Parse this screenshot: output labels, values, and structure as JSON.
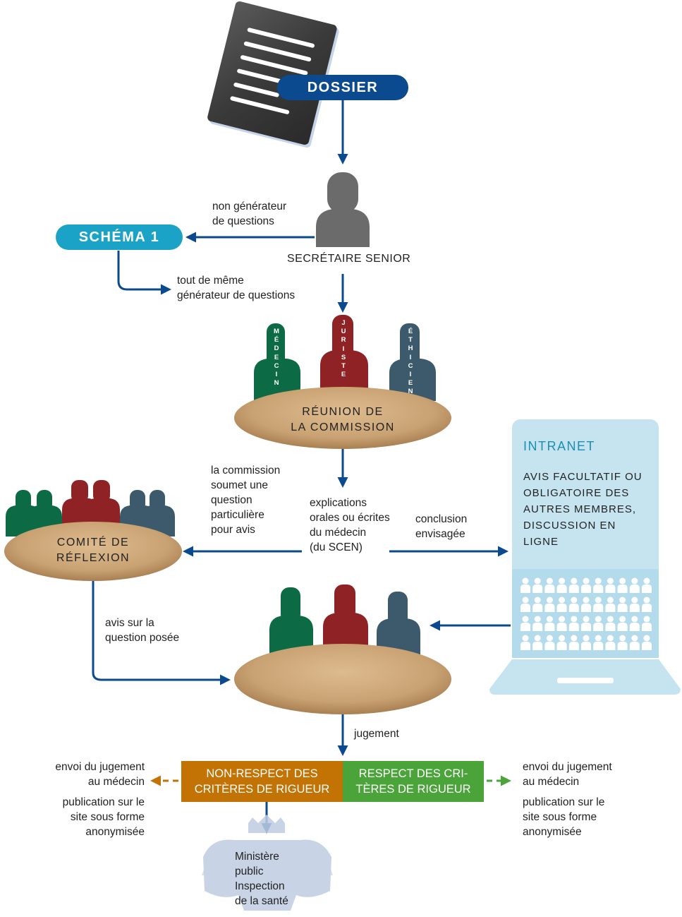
{
  "dossier": {
    "label": "DOSSIER"
  },
  "secretary": {
    "label": "SECRÉTAIRE SENIOR"
  },
  "schema1": {
    "label": "SCHÉMA 1",
    "note_left": [
      "non générateur",
      "de questions"
    ],
    "note_below": [
      "tout de même",
      "générateur de questions"
    ]
  },
  "commission": {
    "roles": [
      "MÉDECIN",
      "JURISTE",
      "ÉTHICIEN"
    ],
    "label": [
      "RÉUNION DE",
      "LA COMMISSION"
    ]
  },
  "intranet": {
    "title": "INTRANET",
    "text": [
      "AVIS FACULTATIF OU",
      "OBLIGATOIRE DES",
      "AUTRES MEMBRES,",
      "DISCUSSION EN",
      "LIGNE"
    ]
  },
  "comite": {
    "label": [
      "COMITÉ DE",
      "RÉFLEXION"
    ]
  },
  "notes": {
    "question": [
      "la commission",
      "soumet une",
      "question",
      "particulière",
      "pour avis"
    ],
    "explications": [
      "explications",
      "orales ou écrites",
      "du médecin",
      "(du SCEN)"
    ],
    "conclusion": [
      "conclusion",
      "envisagée"
    ],
    "avis": [
      "avis sur la",
      "question posée"
    ],
    "jugement": "jugement"
  },
  "outcomes": {
    "non_respect": [
      "NON-RESPECT DES",
      "CRITÈRES DE RIGUEUR"
    ],
    "respect": [
      "RESPECT DES CRI-",
      "TÈRES DE RIGUEUR"
    ],
    "left_notes": {
      "envoi": [
        "envoi du jugement",
        "au médecin"
      ],
      "publication": [
        "publication sur le",
        "site sous forme",
        "anonymisée"
      ]
    },
    "right_notes": {
      "envoi": [
        "envoi du jugement",
        "au médecin"
      ],
      "publication": [
        "publication sur le",
        "site sous forme",
        "anonymisée"
      ]
    }
  },
  "ministere": {
    "lines": [
      "Ministère",
      "public",
      "Inspection",
      "de la santé"
    ]
  },
  "colors": {
    "arrow": "#0b4a8f",
    "dossier_pill": "#0b4a8f",
    "schema_pill": "#1aa3c6",
    "green": "#0c6b45",
    "red": "#8e2224",
    "slate": "#3c5a6b",
    "orange": "#c37303",
    "lightgreen": "#4aa439",
    "intranet_bg": "#c6e4f0",
    "table": "#caa57a"
  }
}
